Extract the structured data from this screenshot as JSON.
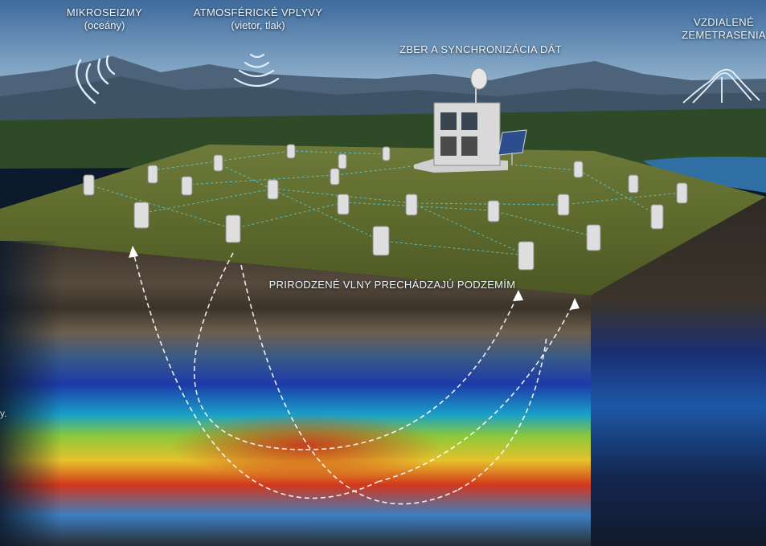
{
  "labels": {
    "microseisms": {
      "title": "MIKROSEIZMY",
      "subtitle": "(oceány)"
    },
    "atmospheric": {
      "title": "ATMOSFÉRICKÉ VPLYVY",
      "subtitle": "(vietor, tlak)"
    },
    "sync": {
      "title": "ZBER A SYNCHRONIZÁCIA DÁT"
    },
    "earthquakes": {
      "title_line1": "VZDIALENÉ",
      "title_line2": "ZEMETRASENIA"
    },
    "waves": {
      "text": "PRIRODZENÉ VLNY PRECHÁDZAJÚ PODZEMÍM"
    },
    "edge": {
      "text": "y."
    }
  },
  "colors": {
    "sky_top": "#4f7fb0",
    "sky_bottom": "#aec6da",
    "grass": "#5b6b2c",
    "soil": "#4a3f33",
    "wave_arrow": "#ffffff",
    "network_line": "#5fd7ef",
    "high_velocity": "#1f3fb5",
    "low_velocity": "#d2371c"
  },
  "icons": [
    "sound-wave-icon",
    "wind-wave-icon",
    "satellite-dish-icon",
    "solar-panel-icon",
    "mountain-wave-icon"
  ]
}
